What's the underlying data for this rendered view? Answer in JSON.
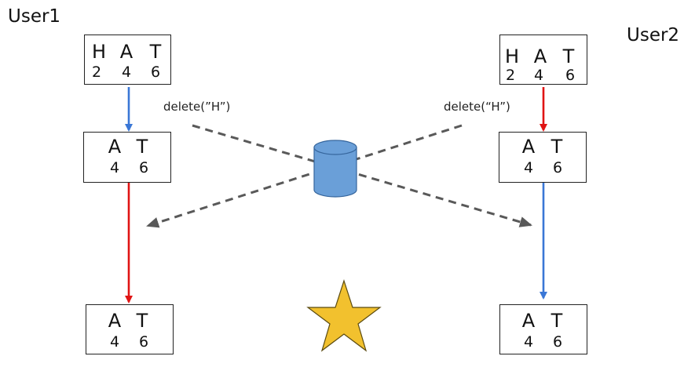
{
  "users": {
    "user1": "User1",
    "user2": "User2"
  },
  "operations": {
    "left": "delete(”H”)",
    "right": "delete(“H”)"
  },
  "states": {
    "u1_initial": {
      "letters": [
        "H",
        "A",
        "T"
      ],
      "positions": [
        "2",
        "4",
        "6"
      ]
    },
    "u2_initial": {
      "letters": [
        "H",
        "A",
        "T"
      ],
      "positions": [
        "2",
        "4",
        "6"
      ]
    },
    "u1_middle": {
      "letters": [
        "A",
        "T"
      ],
      "positions": [
        "4",
        "6"
      ]
    },
    "u2_middle": {
      "letters": [
        "A",
        "T"
      ],
      "positions": [
        "4",
        "6"
      ]
    },
    "u1_final": {
      "letters": [
        "A",
        "T"
      ],
      "positions": [
        "4",
        "6"
      ]
    },
    "u2_final": {
      "letters": [
        "A",
        "T"
      ],
      "positions": [
        "4",
        "6"
      ]
    }
  },
  "colors": {
    "local_op": "#3a77d6",
    "remote_op": "#e01414",
    "sync_arrow": "#595959",
    "database": "#5b9bd5",
    "star": "#f0c030"
  },
  "icons": {
    "database": "database-icon",
    "star": "star-icon"
  }
}
